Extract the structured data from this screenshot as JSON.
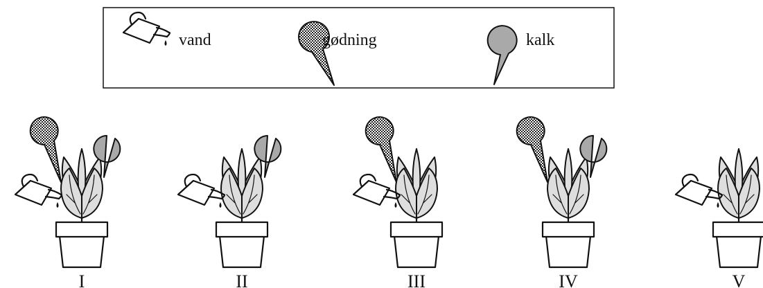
{
  "legend": {
    "items": [
      {
        "key": "vand",
        "label": "vand"
      },
      {
        "key": "godning",
        "label": "gødning"
      },
      {
        "key": "kalk",
        "label": "kalk"
      }
    ]
  },
  "plants": [
    {
      "numeral": "I",
      "water": true,
      "fertilizer": true,
      "lime": true
    },
    {
      "numeral": "II",
      "water": true,
      "fertilizer": false,
      "lime": true
    },
    {
      "numeral": "III",
      "water": true,
      "fertilizer": true,
      "lime": false
    },
    {
      "numeral": "IV",
      "water": false,
      "fertilizer": true,
      "lime": true
    },
    {
      "numeral": "V",
      "water": true,
      "fertilizer": false,
      "lime": false
    }
  ]
}
